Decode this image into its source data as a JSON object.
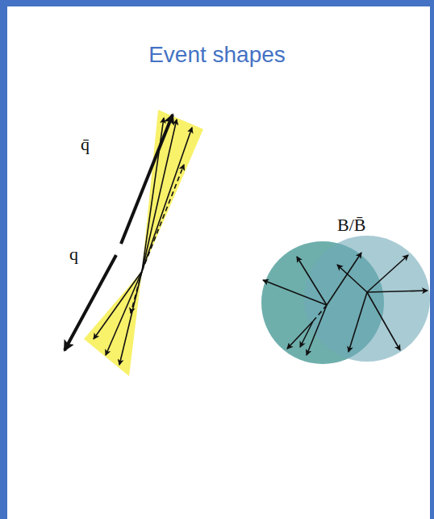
{
  "diagram": {
    "title": "Event shapes",
    "labels": [
      "q̄",
      "q",
      "B/B̄"
    ]
  }
}
